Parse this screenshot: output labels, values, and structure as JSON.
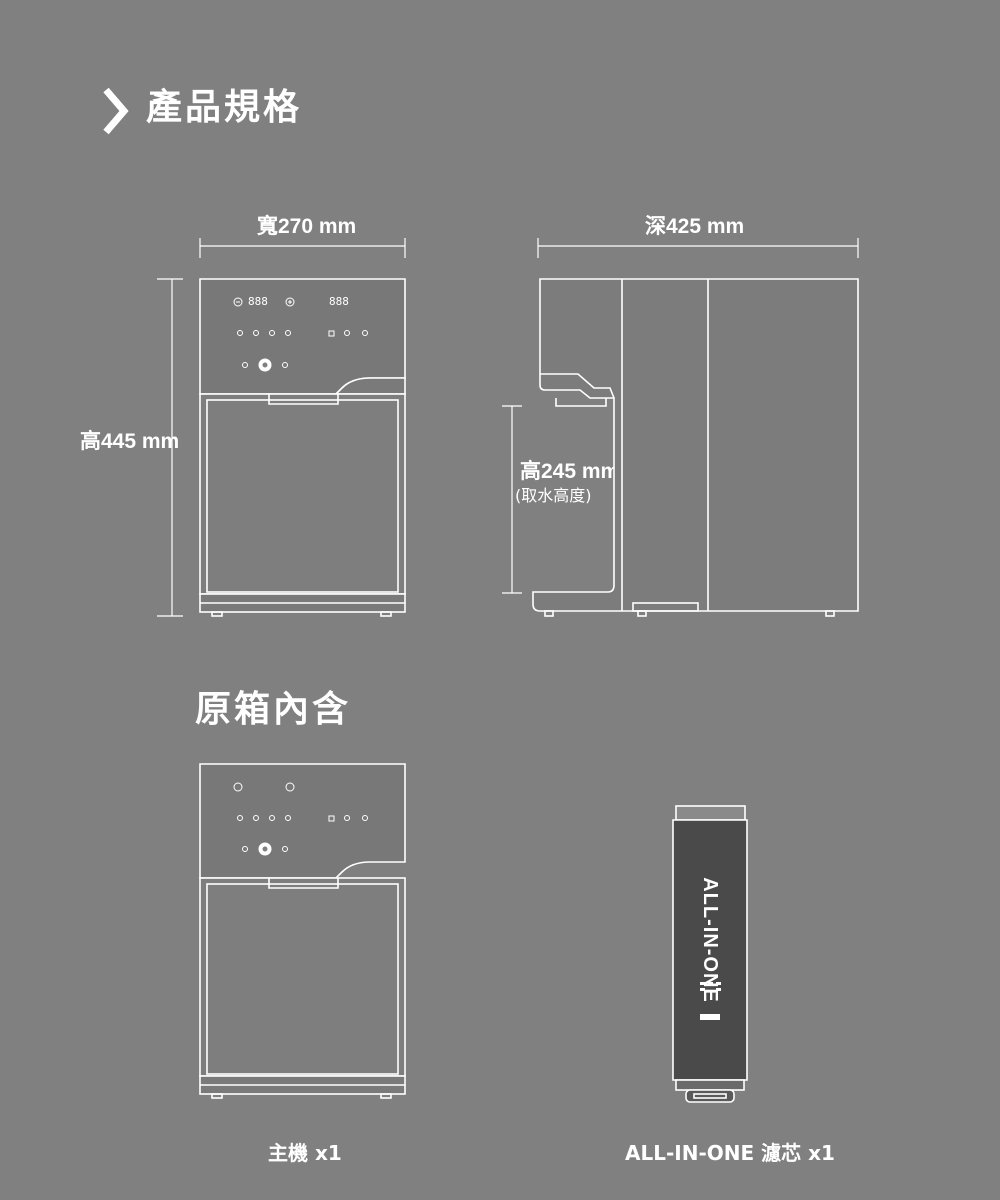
{
  "specs_section": {
    "title": "產品規格",
    "icon": "chevron-right-icon"
  },
  "dimensions": {
    "width_label": "寬270 mm",
    "depth_label": "深425 mm",
    "height_label": "高445 mm",
    "dispense_height_label": "高245 mm",
    "dispense_height_note": "(取水高度)"
  },
  "panel": {
    "display_left": "888",
    "display_right": "888",
    "filter_branding": "ALL-IN-ONE"
  },
  "box_section": {
    "title": "原箱內含"
  },
  "box_items": [
    {
      "label": "主機 x1"
    },
    {
      "label": "ALL-IN-ONE 濾芯 x1"
    }
  ],
  "colors": {
    "background": "#808080",
    "line": "#ffffff",
    "dark_panel": "#4a4a4a"
  }
}
